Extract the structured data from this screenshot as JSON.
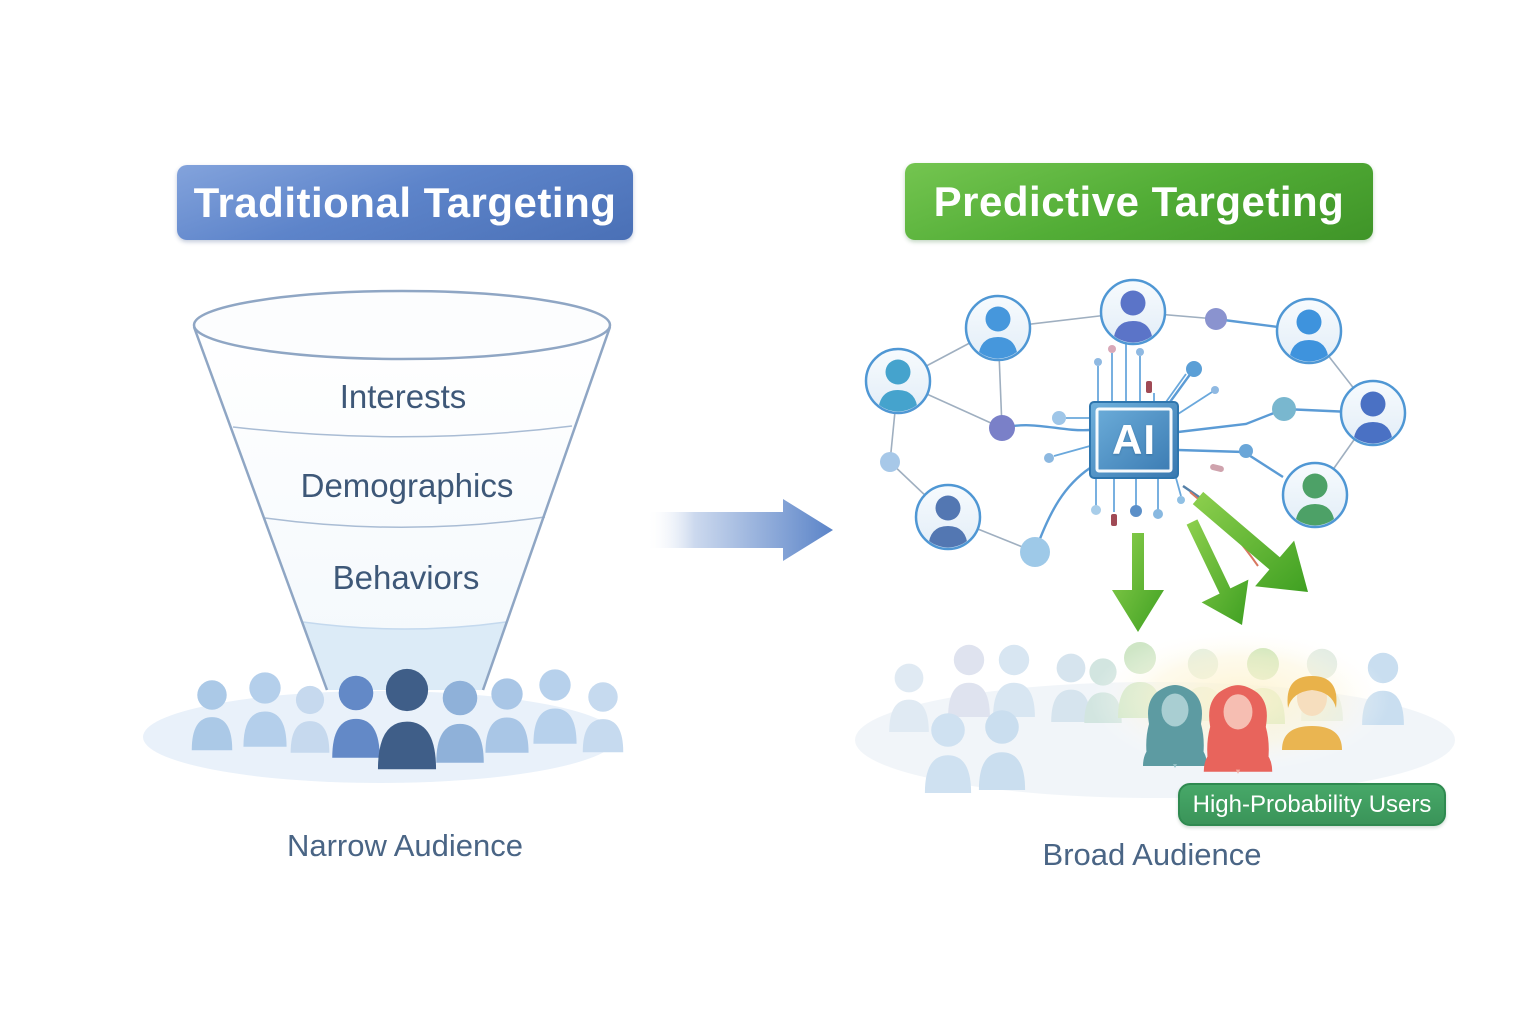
{
  "left_panel": {
    "title": "Traditional Targeting",
    "funnel_levels": [
      "Interests",
      "Demographics",
      "Behaviors"
    ],
    "caption": "Narrow Audience"
  },
  "right_panel": {
    "title": "Predictive Targeting",
    "ai_chip_label": "AI",
    "badge_label": "High-Probability Users",
    "caption": "Broad Audience"
  },
  "colors": {
    "traditional_banner": "#5d84ca",
    "predictive_banner": "#52ad36",
    "ai_chip_blue": "#4a90c6",
    "badge_green": "#3f9e60",
    "arrow_green": "#5cb42e",
    "flow_arrow_blue": "#5b84c8",
    "funnel_outline": "#8fa6c4",
    "label_slate": "#3e5878",
    "highlight_teal": "#5d9ba2",
    "highlight_red": "#e8645c",
    "highlight_yellow": "#e9b24a"
  },
  "icons": {
    "funnel": "funnel-icon",
    "person": "person-icon",
    "ai_chip": "ai-chip-icon",
    "avatar": "user-avatar-icon",
    "flow_arrow": "arrow-right-icon",
    "targeting_arrow": "arrow-down-icon",
    "glow": "highlight-glow"
  }
}
